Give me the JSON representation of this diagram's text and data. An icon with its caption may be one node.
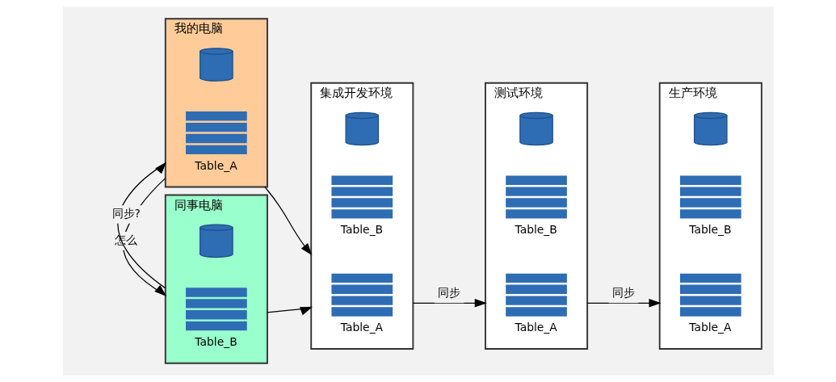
{
  "diagram": {
    "nodes": [
      {
        "text": [
          "我的电脑"
        ]
      },
      {
        "text": [],
        "shape": "cylinder",
        "in": 0
      },
      {
        "text": [
          "Table_A"
        ],
        "in": 0
      },
      {
        "text": [
          "同事电脑"
        ]
      },
      {
        "text": [],
        "shape": "cylinder",
        "in": 3
      },
      {
        "text": [
          "Table_B"
        ],
        "in": 3
      },
      {
        "text": [
          "集成开发环境"
        ]
      },
      {
        "text": [],
        "shape": "cylinder",
        "in": 6
      },
      {
        "text": [
          "Table_B"
        ],
        "in": 6
      },
      {
        "text": [
          "Table_A"
        ],
        "in": 6
      },
      {
        "text": [
          "测试环境"
        ]
      },
      {
        "text": [],
        "shape": "cylinder",
        "in": 10
      },
      {
        "text": [
          "Table_B"
        ],
        "in": 10
      },
      {
        "text": [
          "Table_A"
        ],
        "in": 10
      },
      {
        "text": [
          "生产环境"
        ]
      },
      {
        "text": [],
        "shape": "cylinder",
        "in": 14
      },
      {
        "text": [
          "Table_B"
        ],
        "in": 14
      },
      {
        "text": [
          "Table_A"
        ],
        "in": 14
      }
    ],
    "edges": [
      {
        "from": 0,
        "to": 3,
        "arrow": "to",
        "label": "怎么"
      },
      {
        "from": 3,
        "to": 0,
        "arrow": "to",
        "label": "同步?"
      },
      {
        "from": 0,
        "to": 6,
        "arrow": "to"
      },
      {
        "from": 3,
        "to": 6,
        "arrow": "to"
      },
      {
        "from": 6,
        "to": 10,
        "arrow": "to",
        "label": "同步"
      },
      {
        "from": 10,
        "to": 14,
        "arrow": "to",
        "label": "同步"
      }
    ]
  }
}
